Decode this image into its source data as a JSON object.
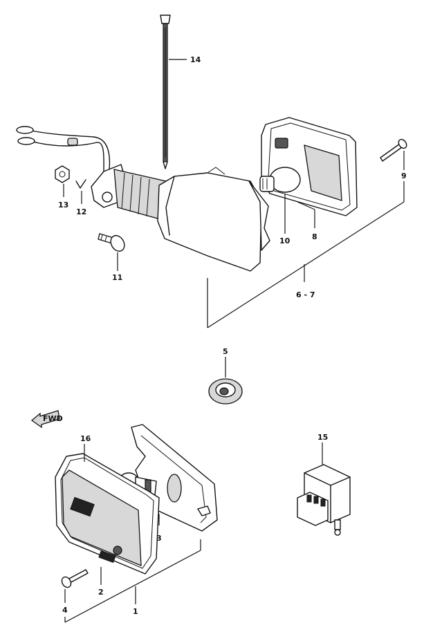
{
  "callouts": {
    "c1": "1",
    "c2": "2",
    "c3": "3",
    "c4": "4",
    "c5": "5",
    "c67": "6 - 7",
    "c8": "8",
    "c9": "9",
    "c10": "10",
    "c11": "11",
    "c12": "12",
    "c13": "13",
    "c14": "14",
    "c15": "15",
    "c16": "16"
  },
  "direction_arrow": {
    "label": "FWD",
    "icon": "forward-arrow-icon"
  }
}
